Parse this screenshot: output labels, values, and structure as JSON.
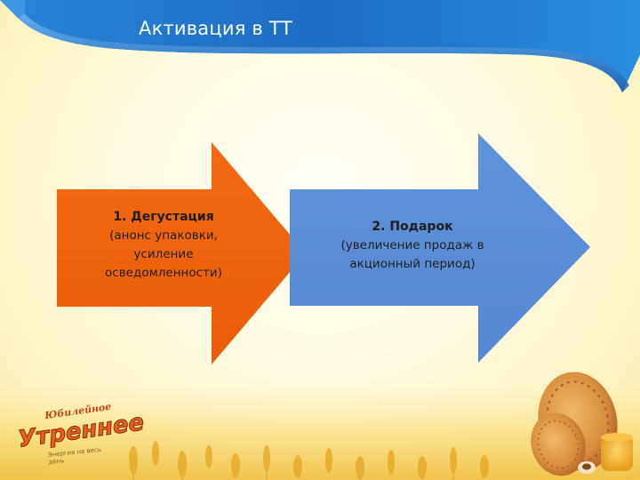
{
  "slide": {
    "title": "Активация в ТТ"
  },
  "steps": [
    {
      "title": "1. Дегустация",
      "lines": [
        "(анонс упаковки,",
        "усиление",
        "осведомленности)"
      ],
      "color": "#f0650f"
    },
    {
      "title": "2. Подарок",
      "lines": [
        "(увеличение продаж в",
        "акционный период)"
      ],
      "color": "#5b8fd6"
    }
  ],
  "logo": {
    "top_text": "Юбилейное",
    "main_text": "Утреннее",
    "tagline": "Энергия на весь день"
  },
  "colors": {
    "banner": "#1f6dc0",
    "arrow_orange": "#f0650f",
    "arrow_blue": "#5b8fd6",
    "background": "#fffbe2"
  }
}
